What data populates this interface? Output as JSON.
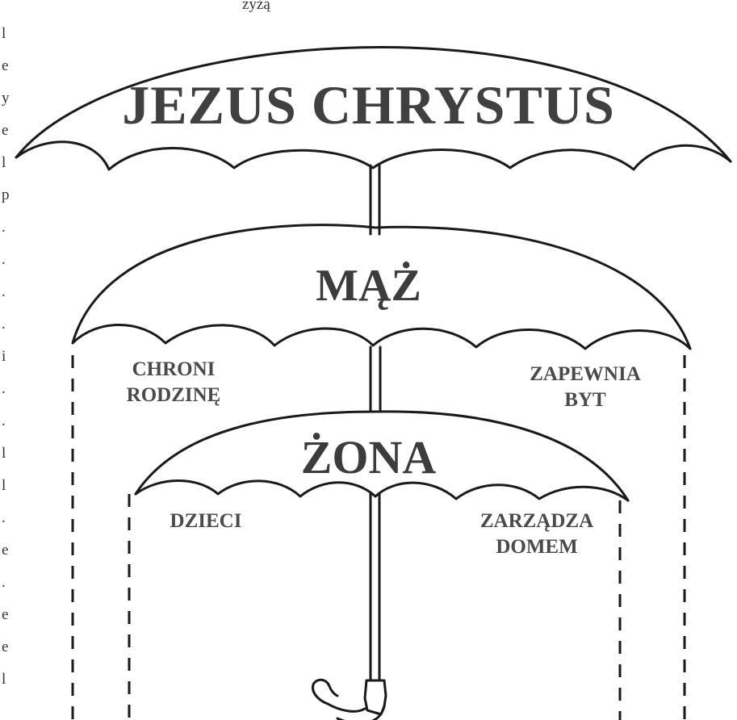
{
  "umbrellas": {
    "top": {
      "label": "JEZUS CHRYSTUS"
    },
    "middle": {
      "label": "MĄŻ",
      "left_lines": [
        "CHRONI",
        "RODZINĘ"
      ],
      "right_lines": [
        "ZAPEWNIA",
        "BYT"
      ]
    },
    "bottom": {
      "label": "ŻONA",
      "left_lines": [
        "DZIECI"
      ],
      "right_lines": [
        "ZARZĄDZA",
        "DOMEM"
      ]
    }
  },
  "edge_text": {
    "top_left": "zyżą",
    "left_column": [
      "l",
      "e",
      "y",
      "e",
      "l",
      "p",
      ".",
      ".",
      ".",
      ".",
      "i",
      ".",
      ".",
      "l",
      "l",
      ".",
      "e",
      ".",
      "e",
      "e",
      "l"
    ]
  },
  "colors": {
    "ink": "#1a1a1a",
    "label": "#3f3f3f",
    "background": "#ffffff"
  }
}
